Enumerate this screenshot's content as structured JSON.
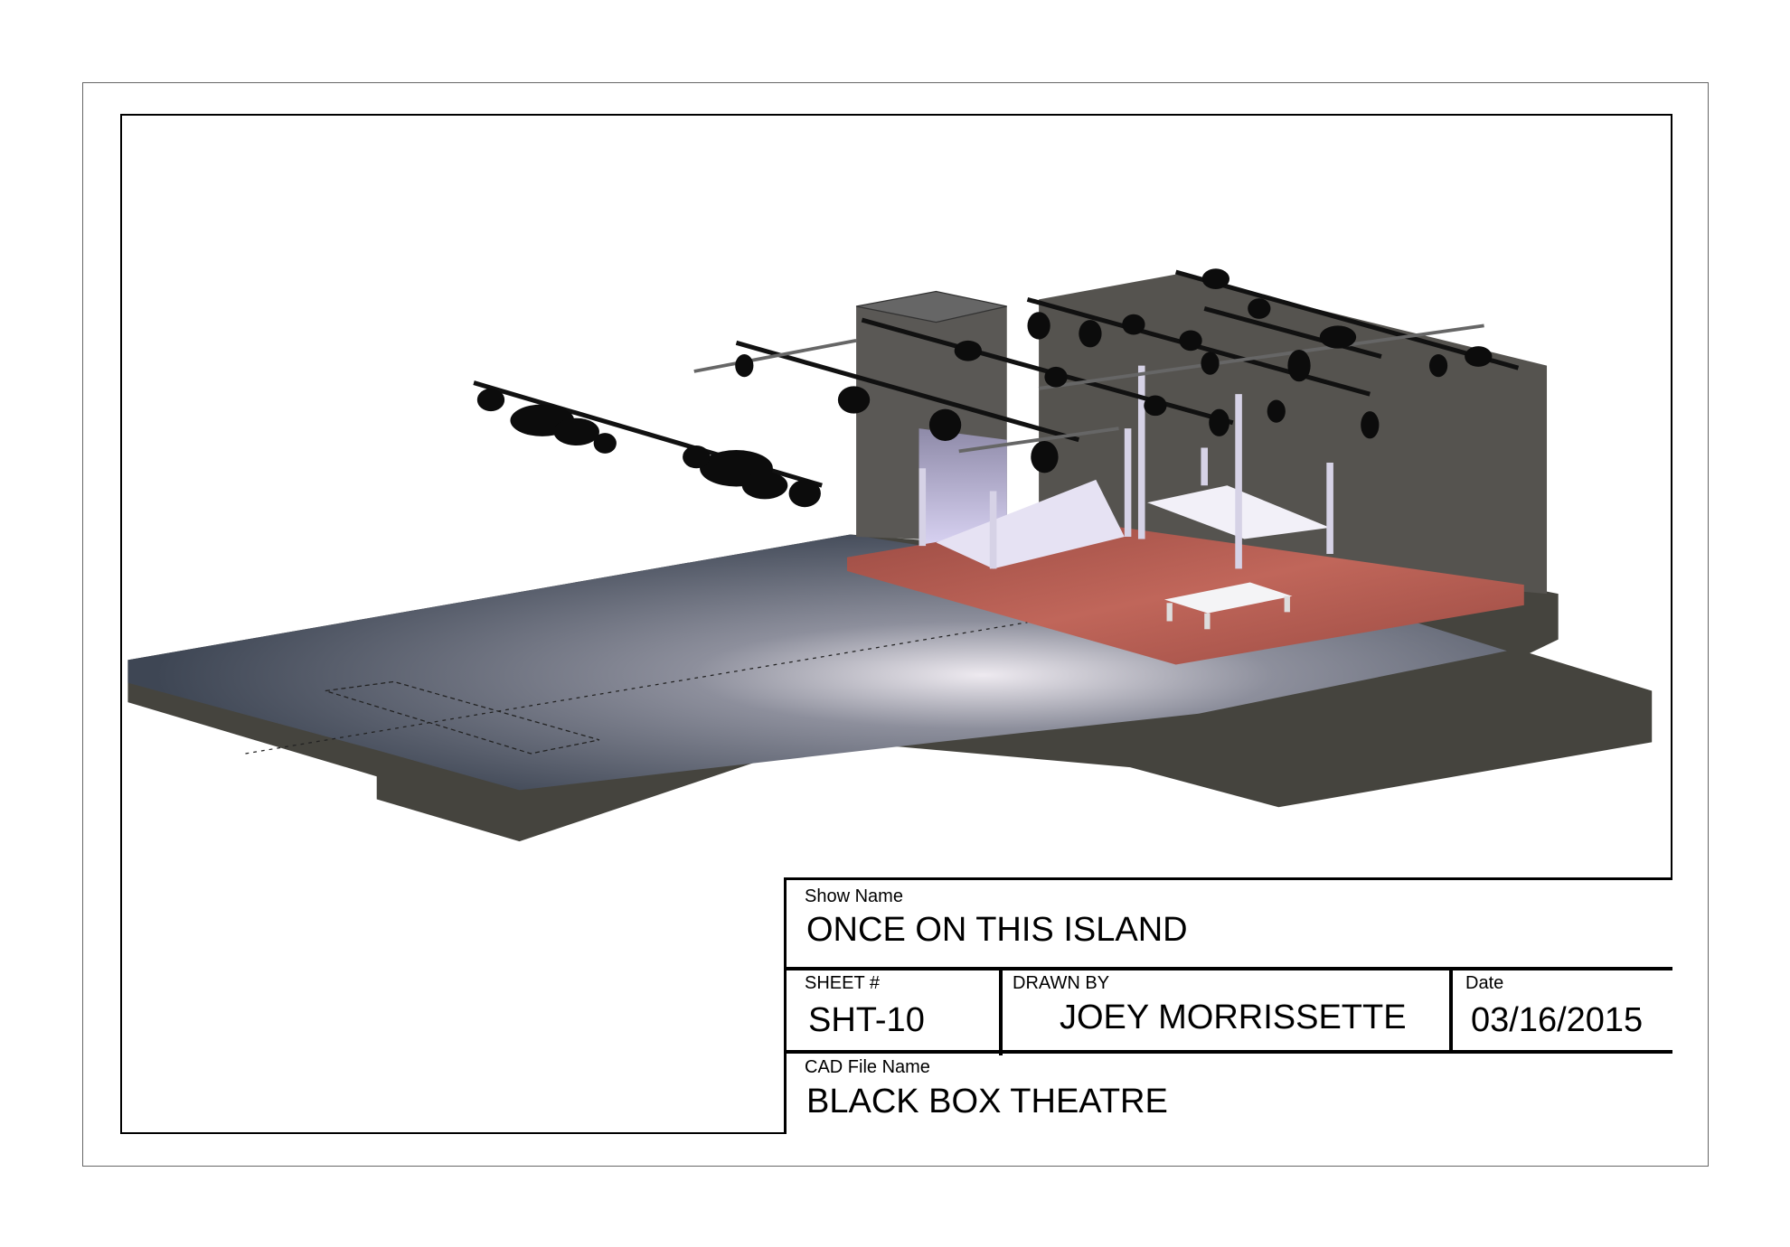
{
  "title_block": {
    "show_name_label": "Show Name",
    "show_name": "ONCE ON THIS ISLAND",
    "sheet_label": "SHEET #",
    "sheet": "SHT-10",
    "drawn_by_label": "DRAWN BY",
    "drawn_by": "JOEY MORRISSETTE",
    "date_label": "Date",
    "date": "03/16/2015",
    "cad_file_label": "CAD File Name",
    "cad_file": "BLACK BOX THEATRE"
  },
  "colors": {
    "stage": "#b5584c",
    "floor": "#45443e",
    "wall": "#5a5855"
  }
}
